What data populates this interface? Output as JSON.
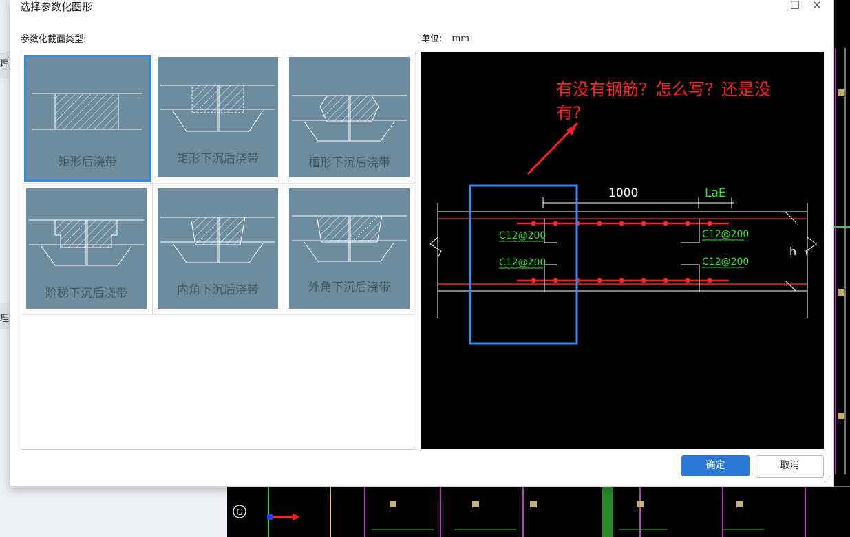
{
  "dialog": {
    "title": "选择参数化图形",
    "section_label": "参数化截面类型:",
    "unit_label": "单位:",
    "unit_value": "mm",
    "ok_label": "确定",
    "cancel_label": "取消"
  },
  "shapes": [
    {
      "label": "矩形后浇带",
      "selected": true
    },
    {
      "label": "矩形下沉后浇带",
      "selected": false
    },
    {
      "label": "槽形下沉后浇带",
      "selected": false
    },
    {
      "label": "阶梯下沉后浇带",
      "selected": false
    },
    {
      "label": "内角下沉后浇带",
      "selected": false
    },
    {
      "label": "外角下沉后浇带",
      "selected": false
    }
  ],
  "preview": {
    "annotation_line1": "有没有钢筋？怎么写？还是没",
    "annotation_line2": "有?",
    "dim_width": "1000",
    "dim_lae": "LaE",
    "rebar_top_left": "C12@200",
    "rebar_bottom_left": "C12@200",
    "rebar_top_right": "C12@200",
    "rebar_bottom_right": "C12@200",
    "dim_h": "h"
  },
  "background": {
    "left_edge_chars": [
      "理",
      "理"
    ],
    "axis_g": "G"
  },
  "colors": {
    "accent": "#2b7ad8",
    "thumb_bg": "#6e8ca0",
    "annotation": "#ff2020",
    "rebar_text": "#22ee22",
    "rebar_line": "#ff2020",
    "highlight_box": "#2f8cf0"
  }
}
